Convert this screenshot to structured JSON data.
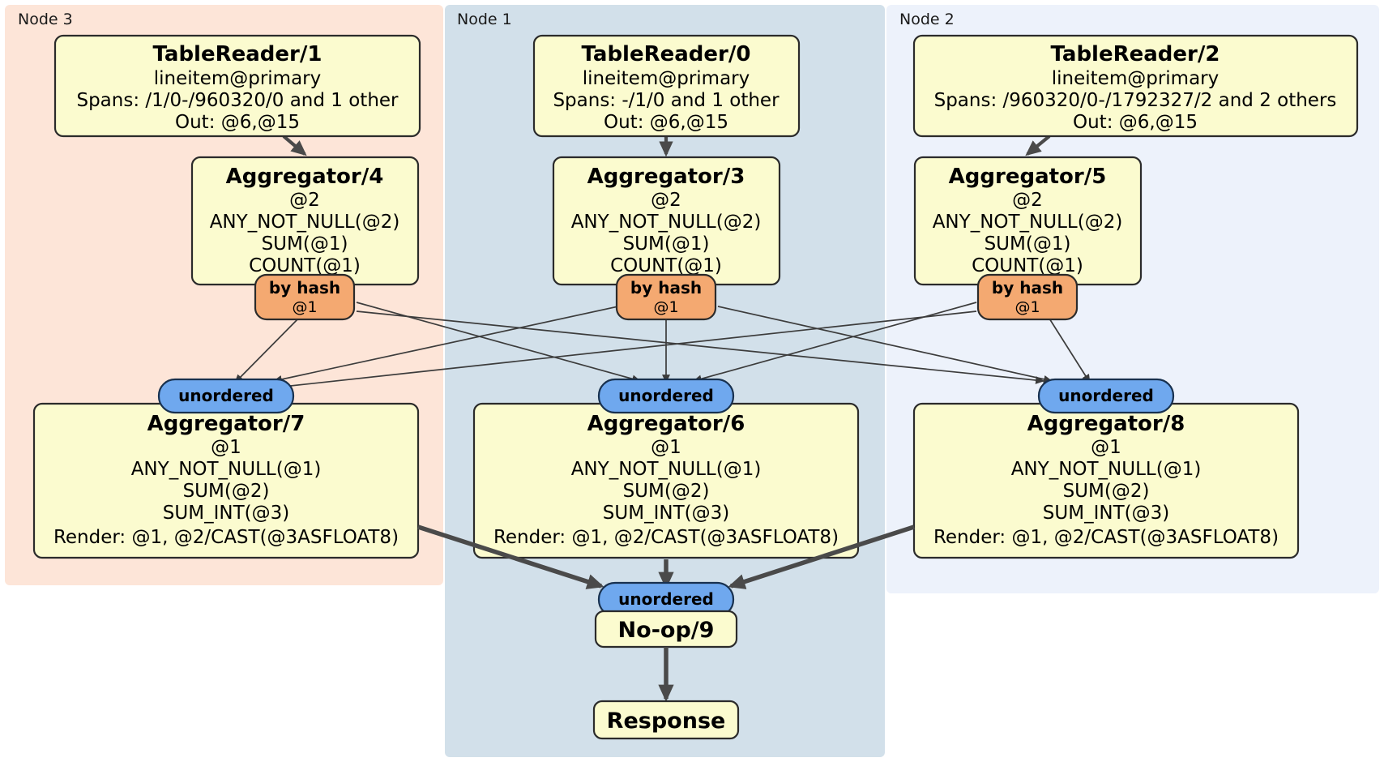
{
  "colors": {
    "node3_panel": "#fde5d8",
    "node1_panel": "#d2e0ea",
    "node2_panel": "#edf2fb",
    "proc_box_fill": "#fbfbcf",
    "hash_pill_fill": "#f4a971",
    "unordered_pill_fill": "#6fa8ee",
    "edge": "#3c3c3c",
    "thick_edge": "#4a4a4a"
  },
  "panels": [
    {
      "id": "node3",
      "label": "Node 3"
    },
    {
      "id": "node1",
      "label": "Node 1"
    },
    {
      "id": "node2",
      "label": "Node 2"
    }
  ],
  "processors": {
    "tablereader_1": {
      "title": "TableReader/1",
      "lines": [
        "lineitem@primary",
        "Spans: /1/0-/960320/0 and 1 other",
        "Out: @6,@15"
      ]
    },
    "tablereader_0": {
      "title": "TableReader/0",
      "lines": [
        "lineitem@primary",
        "Spans: -/1/0 and 1 other",
        "Out: @6,@15"
      ]
    },
    "tablereader_2": {
      "title": "TableReader/2",
      "lines": [
        "lineitem@primary",
        "Spans: /960320/0-/1792327/2 and 2 others",
        "Out: @6,@15"
      ]
    },
    "aggregator_4": {
      "title": "Aggregator/4",
      "lines": [
        "@2",
        "ANY_NOT_NULL(@2)",
        "SUM(@1)",
        "COUNT(@1)"
      ]
    },
    "aggregator_3": {
      "title": "Aggregator/3",
      "lines": [
        "@2",
        "ANY_NOT_NULL(@2)",
        "SUM(@1)",
        "COUNT(@1)"
      ]
    },
    "aggregator_5": {
      "title": "Aggregator/5",
      "lines": [
        "@2",
        "ANY_NOT_NULL(@2)",
        "SUM(@1)",
        "COUNT(@1)"
      ]
    },
    "aggregator_7": {
      "title": "Aggregator/7",
      "lines": [
        "@1",
        "ANY_NOT_NULL(@1)",
        "SUM(@2)",
        "SUM_INT(@3)",
        "Render: @1, @2/CAST(@3ASFLOAT8)"
      ]
    },
    "aggregator_6": {
      "title": "Aggregator/6",
      "lines": [
        "@1",
        "ANY_NOT_NULL(@1)",
        "SUM(@2)",
        "SUM_INT(@3)",
        "Render: @1, @2/CAST(@3ASFLOAT8)"
      ]
    },
    "aggregator_8": {
      "title": "Aggregator/8",
      "lines": [
        "@1",
        "ANY_NOT_NULL(@1)",
        "SUM(@2)",
        "SUM_INT(@3)",
        "Render: @1, @2/CAST(@3ASFLOAT8)"
      ]
    },
    "noop_9": {
      "title": "No-op/9",
      "lines": []
    },
    "response": {
      "title": "Response",
      "lines": []
    }
  },
  "routers": {
    "hash_left": {
      "label": "by hash",
      "sub": "@1"
    },
    "hash_center": {
      "label": "by hash",
      "sub": "@1"
    },
    "hash_right": {
      "label": "by hash",
      "sub": "@1"
    }
  },
  "receivers": {
    "unordered_left": {
      "label": "unordered"
    },
    "unordered_center": {
      "label": "unordered"
    },
    "unordered_right": {
      "label": "unordered"
    },
    "unordered_final": {
      "label": "unordered"
    }
  }
}
